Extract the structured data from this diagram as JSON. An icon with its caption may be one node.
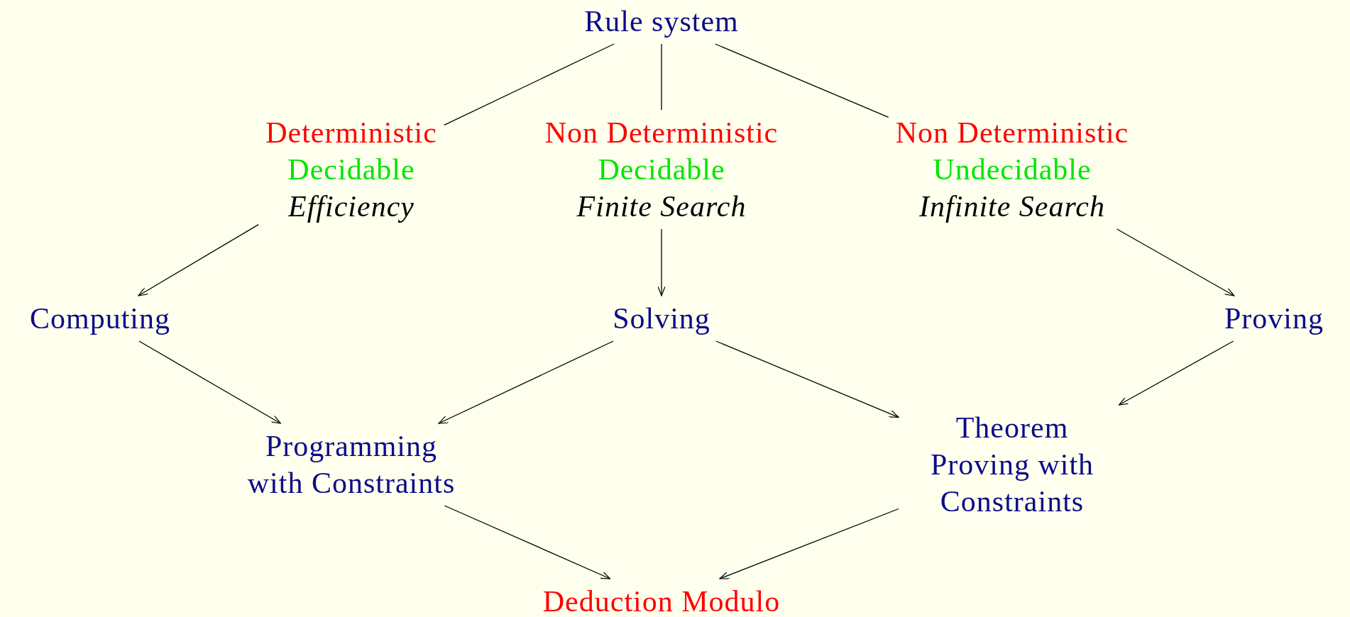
{
  "diagram": {
    "nodes": [
      {
        "text": [
          "Rule system"
        ]
      },
      {
        "text": [
          "Deterministic",
          "Decidable",
          "Efficiency"
        ]
      },
      {
        "text": [
          "Non Deterministic",
          "Decidable",
          "Finite Search"
        ]
      },
      {
        "text": [
          "Non Deterministic",
          "Undecidable",
          "Infinite Search"
        ]
      },
      {
        "text": [
          "Computing"
        ]
      },
      {
        "text": [
          "Solving"
        ]
      },
      {
        "text": [
          "Proving"
        ]
      },
      {
        "text": [
          "Programming with Constraints"
        ]
      },
      {
        "text": [
          "Theorem Proving with Constraints"
        ]
      },
      {
        "text": [
          "Deduction Modulo"
        ]
      }
    ],
    "edges": [
      {
        "from": 0,
        "to": 1,
        "arrow": "none"
      },
      {
        "from": 0,
        "to": 2,
        "arrow": "none"
      },
      {
        "from": 0,
        "to": 3,
        "arrow": "none"
      },
      {
        "from": 1,
        "to": 4,
        "arrow": "to"
      },
      {
        "from": 2,
        "to": 5,
        "arrow": "to"
      },
      {
        "from": 3,
        "to": 6,
        "arrow": "to"
      },
      {
        "from": 4,
        "to": 7,
        "arrow": "to"
      },
      {
        "from": 5,
        "to": 7,
        "arrow": "to"
      },
      {
        "from": 5,
        "to": 8,
        "arrow": "to"
      },
      {
        "from": 6,
        "to": 8,
        "arrow": "to"
      },
      {
        "from": 7,
        "to": 9,
        "arrow": "to"
      },
      {
        "from": 8,
        "to": 9,
        "arrow": "to"
      }
    ]
  }
}
